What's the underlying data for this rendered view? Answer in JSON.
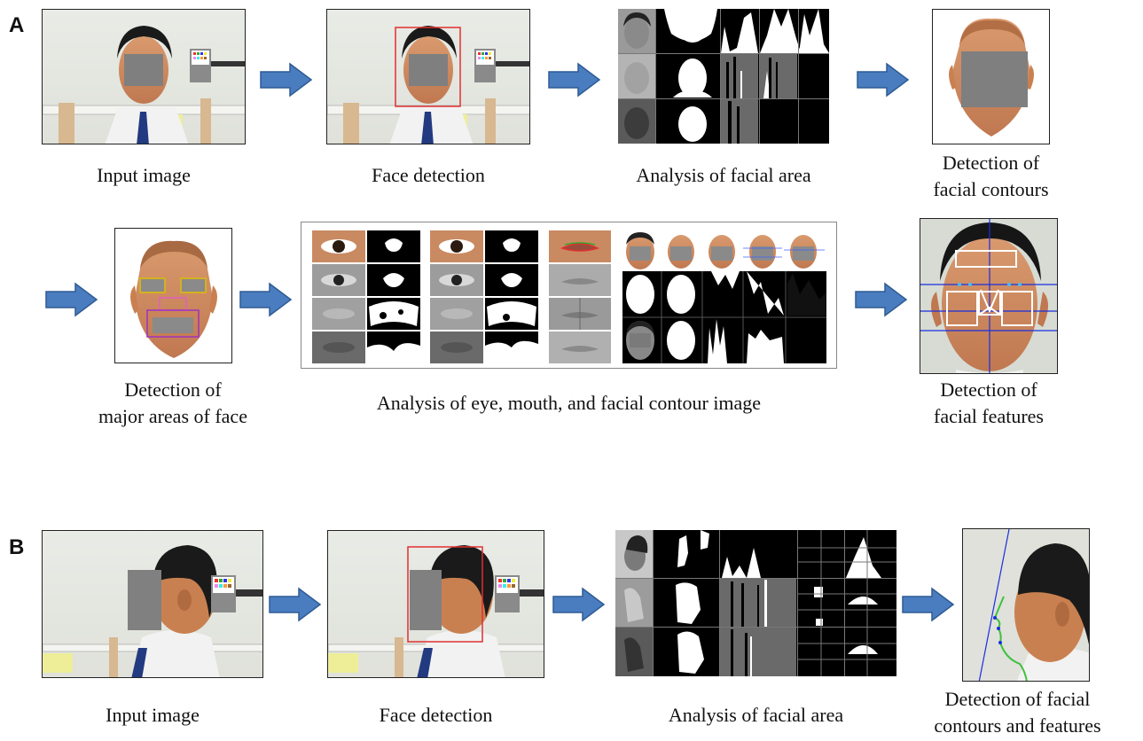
{
  "panels": {
    "a": {
      "letter": "A",
      "captions": {
        "input": "Input image",
        "face_detection": "Face detection",
        "facial_area": "Analysis of facial area",
        "contours_1": "Detection of",
        "contours_2": "facial contours",
        "major_1": "Detection of",
        "major_2": "major areas of face",
        "eye_mouth": "Analysis of eye, mouth, and facial contour image",
        "features_1": "Detection of",
        "features_2": "facial features"
      }
    },
    "b": {
      "letter": "B",
      "captions": {
        "input": "Input image",
        "face_detection": "Face detection",
        "facial_area": "Analysis of facial area",
        "contours_features_1": "Detection of facial",
        "contours_features_2": "contours and features"
      }
    }
  },
  "colors": {
    "arrow": "#4a7dc0",
    "arrow_border": "#2f5b93",
    "detection_box": "#e03030",
    "eye_box": "#d4b020",
    "mouth_box": "#c040b0",
    "feature_lines": "#2030e0",
    "contour_line": "#40c040"
  }
}
